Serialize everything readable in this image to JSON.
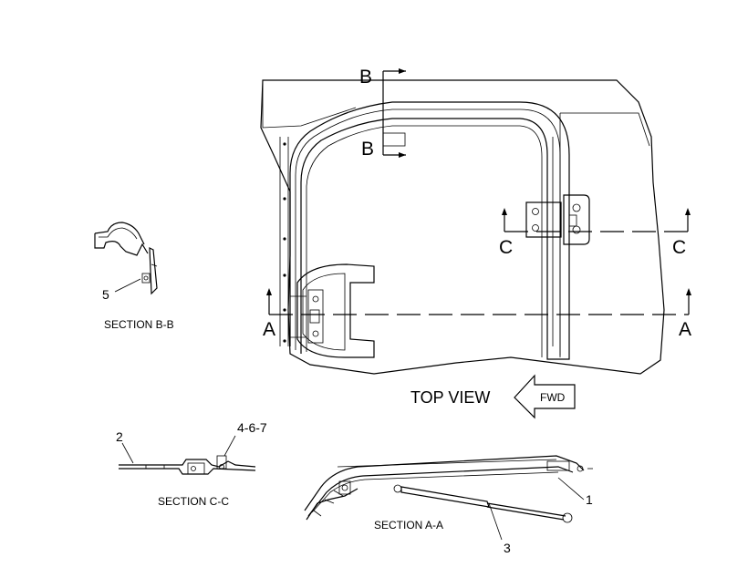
{
  "main_view": {
    "title": "TOP VIEW",
    "fwd_label": "FWD",
    "section_markers": {
      "b_top": "B",
      "b_bottom": "B",
      "c_left": "C",
      "c_right": "C",
      "a_left": "A",
      "a_right": "A"
    }
  },
  "section_bb": {
    "caption": "SECTION B-B",
    "callouts": [
      "5"
    ]
  },
  "section_cc": {
    "caption": "SECTION C-C",
    "callouts": [
      "2",
      "4-6-7"
    ]
  },
  "section_aa": {
    "caption": "SECTION A-A",
    "callouts": [
      "1",
      "3"
    ]
  }
}
